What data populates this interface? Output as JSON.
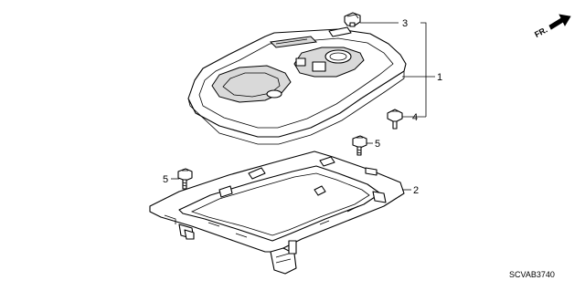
{
  "direction_label": "FR.",
  "diagram_code": "SCVAB3740",
  "callouts": [
    {
      "id": "1",
      "text": "1"
    },
    {
      "id": "2",
      "text": "2"
    },
    {
      "id": "3",
      "text": "3"
    },
    {
      "id": "4",
      "text": "4"
    },
    {
      "id": "5a",
      "text": "5"
    },
    {
      "id": "5b",
      "text": "5"
    }
  ],
  "parts": [
    {
      "ref": "1",
      "icon": "console-tray-icon"
    },
    {
      "ref": "2",
      "icon": "console-base-frame-icon"
    },
    {
      "ref": "3",
      "icon": "clip-icon"
    },
    {
      "ref": "4",
      "icon": "screw-icon"
    },
    {
      "ref": "5",
      "icon": "bolt-icon"
    }
  ]
}
